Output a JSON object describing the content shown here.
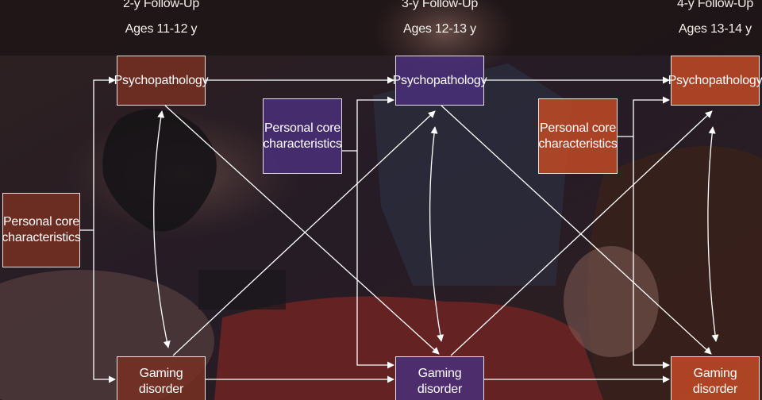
{
  "timepoints": [
    {
      "follow_up": "2-y Follow-Up",
      "ages": "Ages 11-12 y"
    },
    {
      "follow_up": "3-y Follow-Up",
      "ages": "Ages 12-13 y"
    },
    {
      "follow_up": "4-y Follow-Up",
      "ages": "Ages 13-14 y"
    }
  ],
  "boxes": {
    "baseline_core": "Personal core characteristics",
    "psych_t1": "Psychopathology",
    "psych_t2": "Psychopathology",
    "psych_t3": "Psychopathology",
    "core_t2": "Personal core characteristics",
    "core_t3": "Personal core characteristics",
    "gaming_t1": "Gaming disorder",
    "gaming_t2": "Gaming disorder",
    "gaming_t3": "Gaming disorder"
  },
  "colors": {
    "box_brown": "#7a2f22",
    "box_purple": "#4a2f7a",
    "box_orange": "#c24a26",
    "arrow": "#ffffff"
  }
}
